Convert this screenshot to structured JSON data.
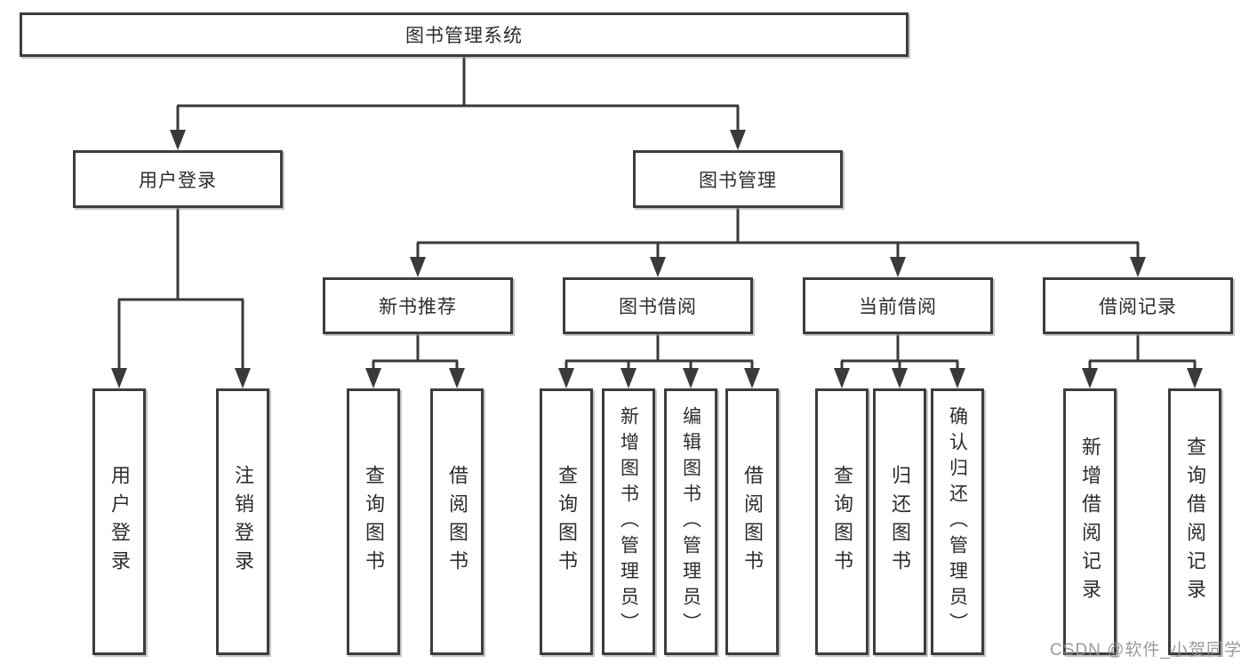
{
  "diagram_type": "hierarchy-tree",
  "tree": {
    "label": "图书管理系统",
    "children": [
      {
        "label": "用户登录",
        "children": [
          {
            "label": "用户登录"
          },
          {
            "label": "注销登录"
          }
        ]
      },
      {
        "label": "图书管理",
        "children": [
          {
            "label": "新书推荐",
            "children": [
              {
                "label": "查询图书"
              },
              {
                "label": "借阅图书"
              }
            ]
          },
          {
            "label": "图书借阅",
            "children": [
              {
                "label": "查询图书"
              },
              {
                "label": "新增图书（管理员）"
              },
              {
                "label": "编辑图书（管理员）"
              },
              {
                "label": "借阅图书"
              }
            ]
          },
          {
            "label": "当前借阅",
            "children": [
              {
                "label": "查询图书"
              },
              {
                "label": "归还图书"
              },
              {
                "label": "确认归还（管理员）"
              }
            ]
          },
          {
            "label": "借阅记录",
            "children": [
              {
                "label": "新增借阅记录"
              },
              {
                "label": "查询借阅记录"
              }
            ]
          }
        ]
      }
    ]
  },
  "watermark": "CSDN @软件_小贺同学",
  "colors": {
    "background": "#ffffff",
    "line": "#3a3a3a",
    "box_border": "#3d3d3d",
    "text": "#2d2d2d",
    "watermark": "#919191"
  }
}
